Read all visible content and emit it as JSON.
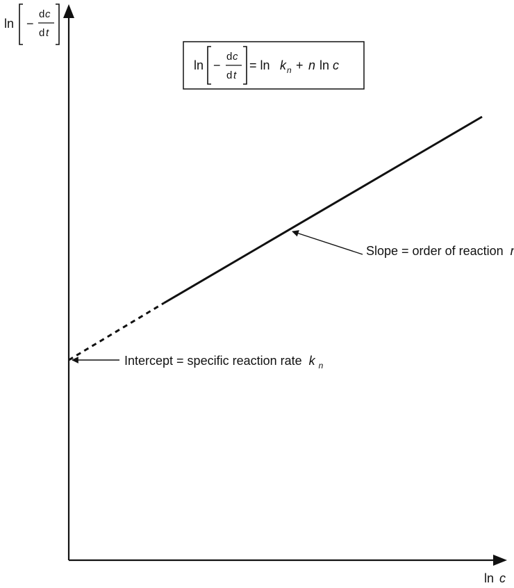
{
  "y_axis_label": {
    "ln": "ln",
    "d1": "d",
    "c": "c",
    "d2": "d",
    "t": "t",
    "minus": "−"
  },
  "x_axis_label": {
    "ln": "ln",
    "c": "c"
  },
  "equation": {
    "ln_left": "ln",
    "minus": "−",
    "d1": "d",
    "c1": "c",
    "d2": "d",
    "t": "t",
    "equals_ln": "= ln",
    "k": "k",
    "k_sub": "n",
    "plus": "+",
    "n": "n",
    "ln_right": "ln",
    "c2": "c"
  },
  "annotations": {
    "slope_text": "Slope = order of reaction",
    "slope_var": "n",
    "intercept_text": "Intercept = specific reaction rate",
    "intercept_var": "k",
    "intercept_sub": "n"
  },
  "colors": {
    "ink": "#111111",
    "background": "#ffffff"
  }
}
